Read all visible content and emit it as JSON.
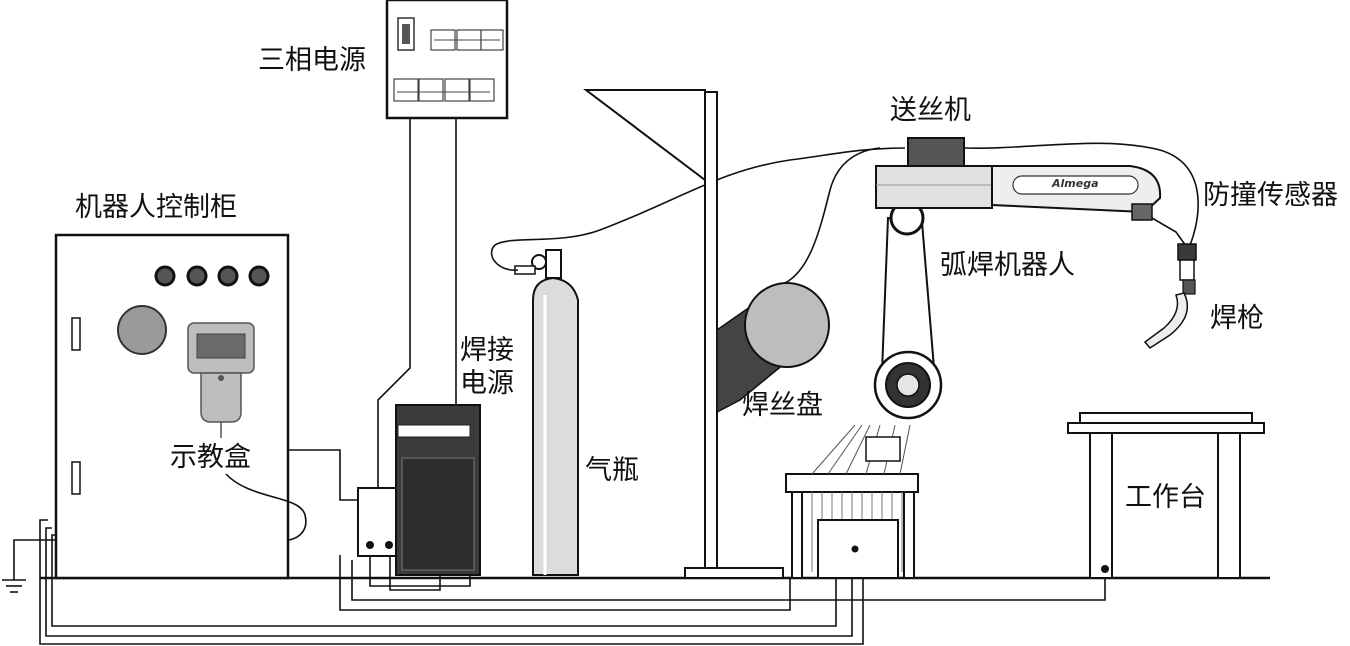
{
  "labels": {
    "three_phase_power": "三相电源",
    "robot_control_cabinet": "机器人控制柜",
    "teach_pendant": "示教盒",
    "welding_power_line1": "焊接",
    "welding_power_line2": "电源",
    "gas_cylinder": "气瓶",
    "wire_feeder": "送丝机",
    "wire_reel": "焊丝盘",
    "arc_welding_robot": "弧焊机器人",
    "anti_collision_sensor": "防撞传感器",
    "welding_torch": "焊枪",
    "workbench": "工作台",
    "arm_brand": "Almega"
  }
}
